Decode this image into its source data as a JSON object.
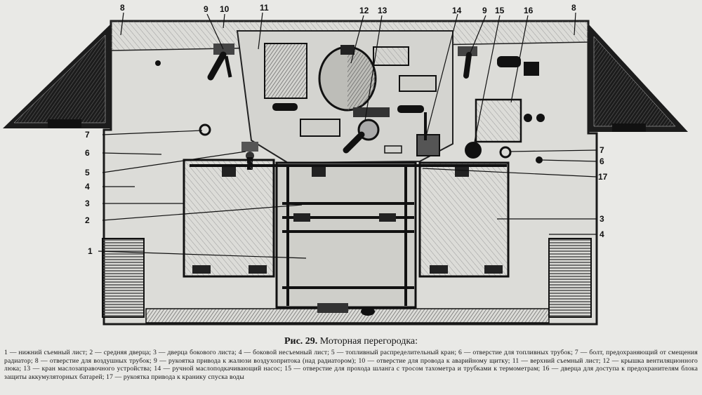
{
  "figure": {
    "callouts": {
      "c8_left": "8",
      "c9_left": "9",
      "c10": "10",
      "c11": "11",
      "c12": "12",
      "c13": "13",
      "c14": "14",
      "c9_right": "9",
      "c15": "15",
      "c16": "16",
      "c8_right": "8",
      "c7_left": "7",
      "c6_left": "6",
      "c5": "5",
      "c4_left": "4",
      "c3_left": "3",
      "c2": "2",
      "c1": "1",
      "c7_right": "7",
      "c6_right": "6",
      "c17": "17",
      "c3_right": "3",
      "c4_right": "4"
    }
  },
  "caption": {
    "figure_number": "Рис. 29.",
    "title": "Моторная перегородка:",
    "legend": "1 — нижний съемный лист; 2 — средняя дверца; 3 — дверца бокового листа; 4 — боковой несъемный лист; 5 — топливный распределительный кран; 6 — отверстие для топливных трубок; 7 — болт, предохраняющий от смещения радиатор; 8 — отверстие для воздушных трубок; 9 — рукоятка привода к жалюзи воздухопритока (над радиатором); 10 — отверстие для провода к аварийному щитку; 11 — верхний съемный лист; 12 — крышка вентиляционного люка; 13 — кран маслозаправочного устройства; 14 — ручной маслоподкачивающий насос; 15 — отверстие для прохода шланга с тросом тахометра и трубками к термометрам; 16 — дверца для доступа к предохранителям блока защиты аккумуляторных батарей; 17 — рукоятка привода к кранику спуска воды"
  }
}
